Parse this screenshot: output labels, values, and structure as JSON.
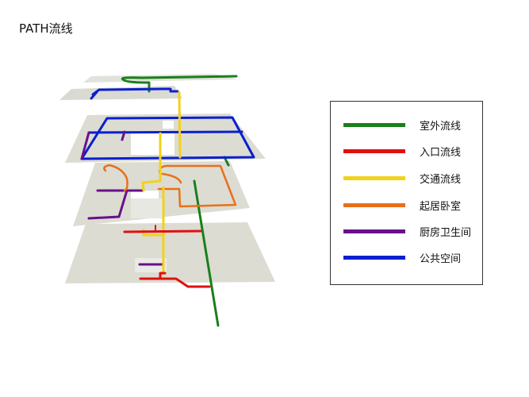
{
  "title": "PATH流线",
  "legend": {
    "items": [
      {
        "label": "室外流线",
        "color": "#1a7f1a",
        "key": "outdoor"
      },
      {
        "label": "入口流线",
        "color": "#e01010",
        "key": "entrance"
      },
      {
        "label": "交通流线",
        "color": "#f2d21a",
        "key": "circulation"
      },
      {
        "label": "起居卧室",
        "color": "#e8701a",
        "key": "living-bedroom"
      },
      {
        "label": "厨房卫生间",
        "color": "#6a0f8a",
        "key": "kitchen-bath"
      },
      {
        "label": "公共空间",
        "color": "#0a1fd0",
        "key": "public"
      }
    ]
  },
  "diagram": {
    "plate_color": "#deded6",
    "floors": 4,
    "description": "Exploded axonometric floor plates with colored circulation paths"
  }
}
